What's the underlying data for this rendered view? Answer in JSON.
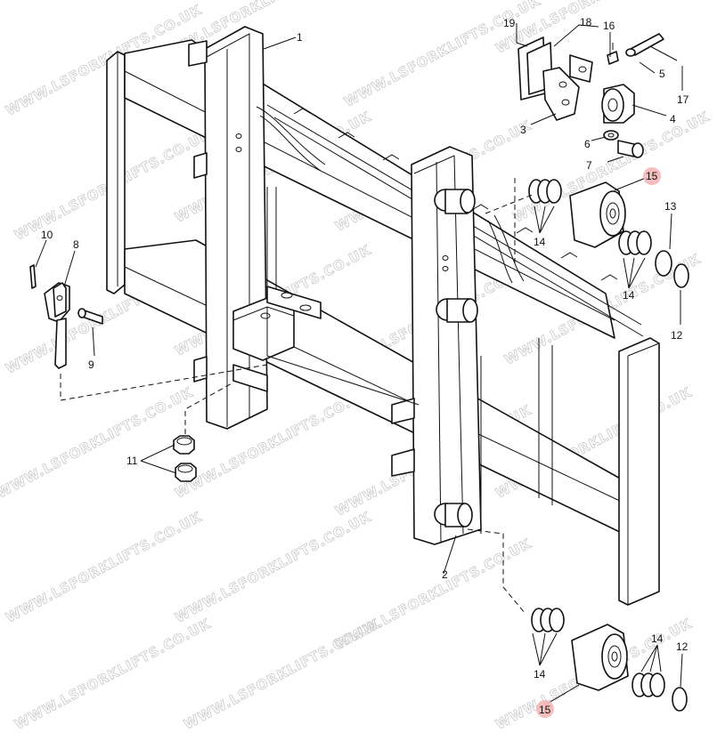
{
  "watermark": "WWW.LSFORKLIFTS.CO.UK",
  "colors": {
    "line": "#111111",
    "highlight": "#f4b6b6",
    "watermark": "#c9c9c9"
  },
  "callouts": {
    "c1": "1",
    "c2": "2",
    "c3": "3",
    "c4": "4",
    "c5": "5",
    "c6": "6",
    "c7": "7",
    "c8": "8",
    "c9": "9",
    "c10": "10",
    "c11": "11",
    "c12a": "12",
    "c12b": "12",
    "c13": "13",
    "c14a": "14",
    "c14b": "14",
    "c14c": "14",
    "c14d": "14",
    "c15a": "15",
    "c15b": "15",
    "c16": "16",
    "c17": "17",
    "c18": "18",
    "c19": "19"
  },
  "highlighted_callouts": [
    "15"
  ]
}
